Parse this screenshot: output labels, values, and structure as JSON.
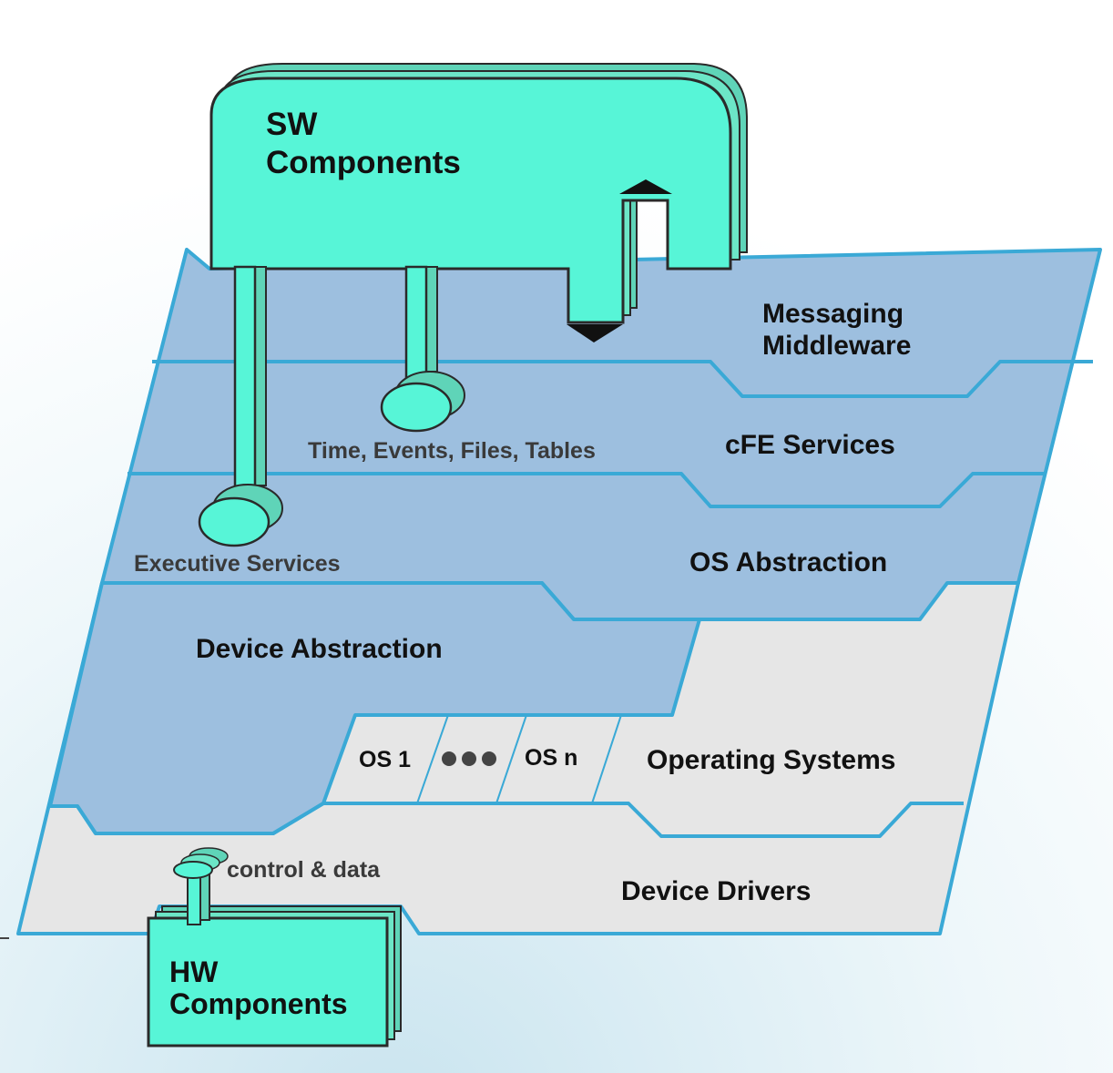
{
  "sw_components": {
    "line1": "SW",
    "line2": "Components"
  },
  "hw_components": {
    "line1": "HW",
    "line2": "Components"
  },
  "layers": {
    "messaging": {
      "line1": "Messaging",
      "line2": "Middleware"
    },
    "cfe_services": "cFE Services",
    "os_abstraction": "OS Abstraction",
    "device_abstraction": "Device Abstraction",
    "operating_systems": "Operating Systems",
    "device_drivers": "Device Drivers"
  },
  "annotations": {
    "time_events": "Time, Events, Files, Tables",
    "executive_services": "Executive Services",
    "control_data": "control & data"
  },
  "os_cells": {
    "first": "OS 1",
    "last": "OS n"
  },
  "colors": {
    "component": "#57f5d7",
    "layer_blue": "#9dbfdf",
    "layer_gray": "#e6e6e6",
    "edge": "#3aa9d6",
    "outline": "#2a2a2a"
  }
}
